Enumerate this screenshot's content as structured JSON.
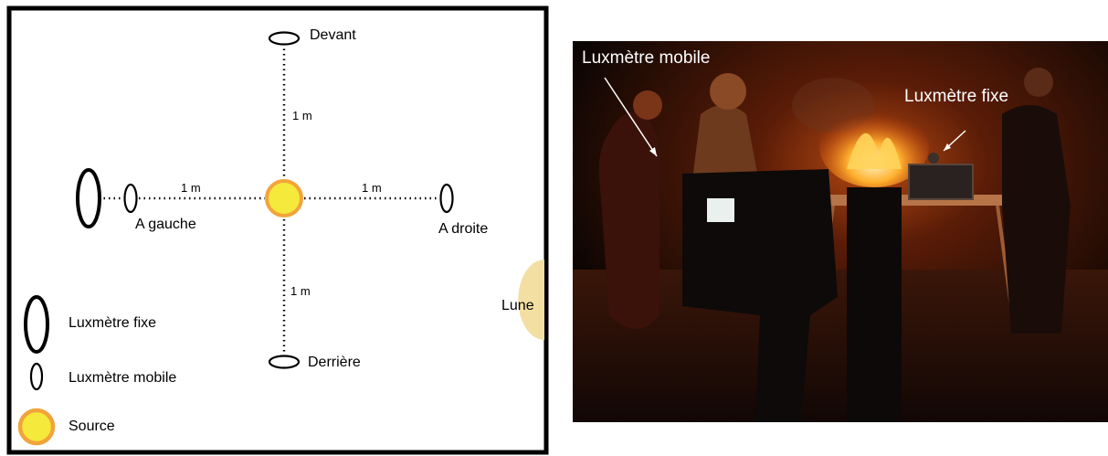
{
  "diagram": {
    "directions": {
      "front": "Devant",
      "back": "Derrière",
      "left": "A gauche",
      "right": "A droite"
    },
    "distances": [
      "1 m",
      "1 m",
      "1 m",
      "1 m"
    ],
    "moon_label": "Lune",
    "legend": [
      {
        "symbol": "large-ellipse",
        "label": "Luxmètre fixe"
      },
      {
        "symbol": "small-ellipse",
        "label": "Luxmètre mobile"
      },
      {
        "symbol": "source-circle",
        "label": "Source"
      }
    ],
    "colors": {
      "source_fill": "#f5e93c",
      "source_ring": "#f2a43a",
      "moon": "#f3dfa2",
      "frame": "#000000"
    }
  },
  "photo": {
    "labels": {
      "mobile_meter": "Luxmètre mobile",
      "fixed_meter": "Luxmètre fixe"
    }
  }
}
